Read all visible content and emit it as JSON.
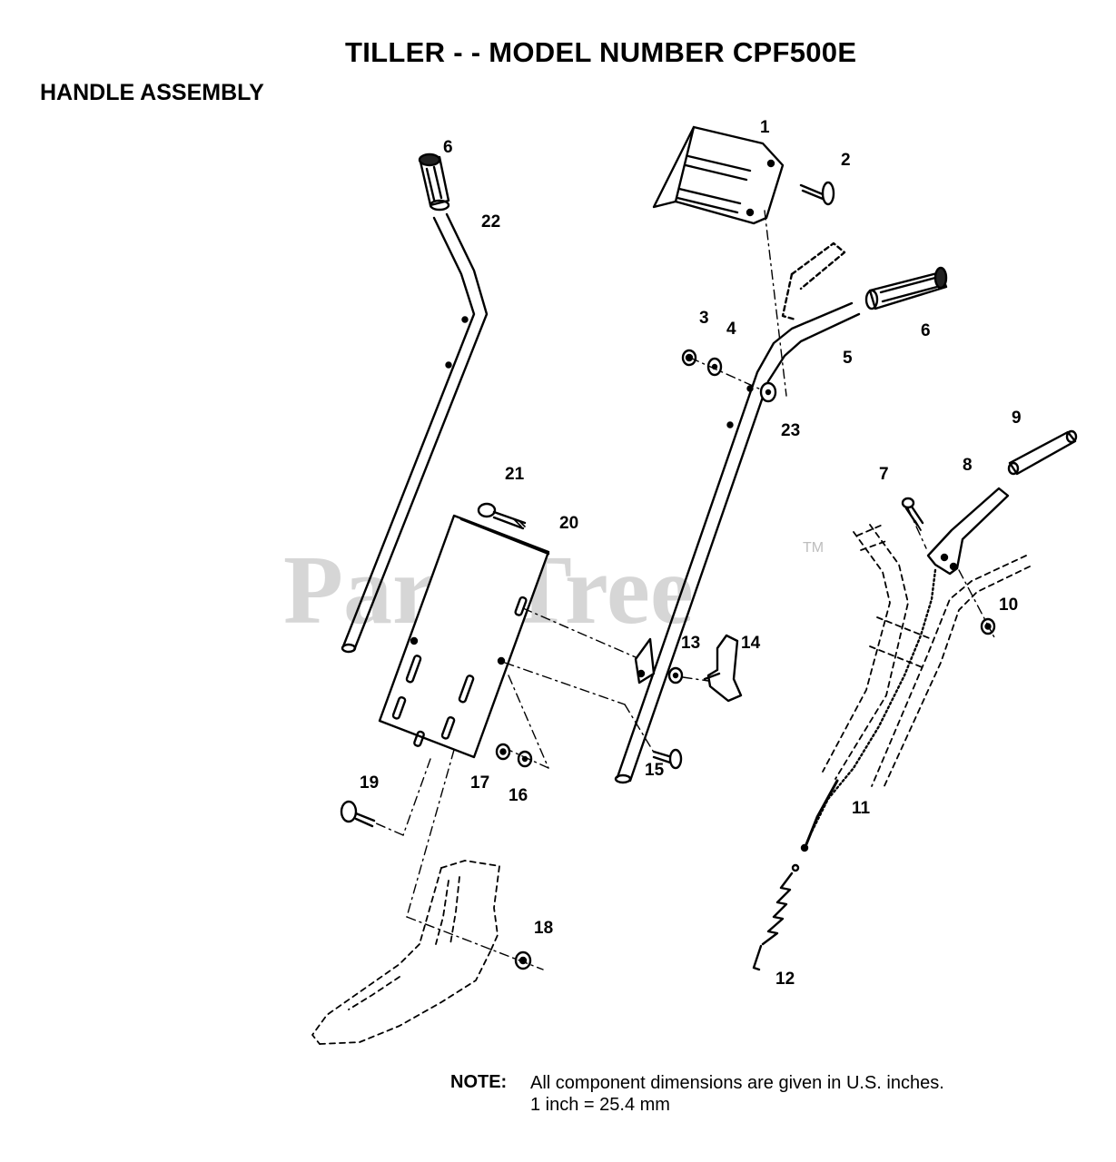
{
  "title": "TILLER - - MODEL NUMBER CPF500E",
  "subtitle": "HANDLE ASSEMBLY",
  "watermark": "PartsTree",
  "watermark_mark": "TM",
  "note": {
    "label": "NOTE:",
    "line1": "All component dimensions are given in U.S. inches.",
    "line2": "1 inch = 25.4 mm"
  },
  "callouts": [
    "1",
    "2",
    "3",
    "4",
    "5",
    "6",
    "6",
    "7",
    "8",
    "9",
    "10",
    "11",
    "12",
    "13",
    "14",
    "15",
    "16",
    "17",
    "18",
    "19",
    "20",
    "21",
    "22",
    "23"
  ]
}
